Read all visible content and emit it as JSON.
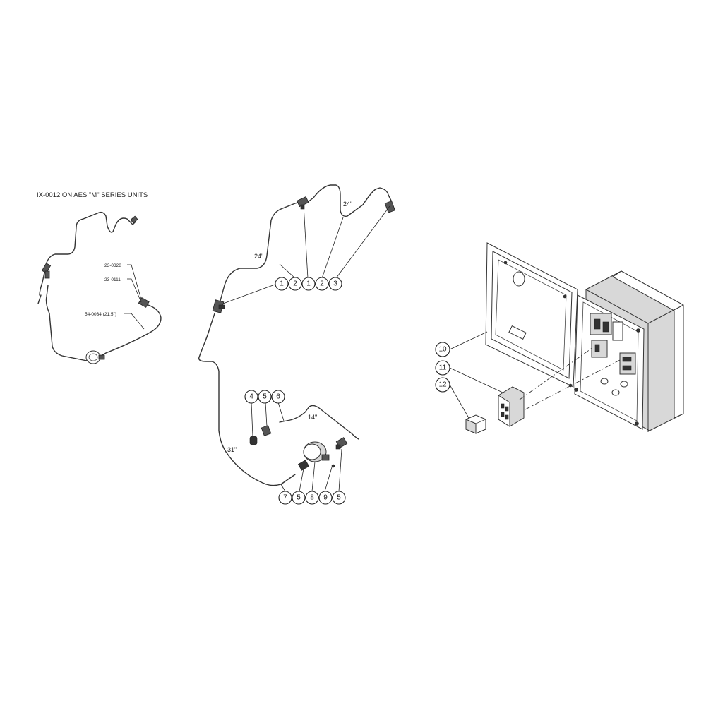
{
  "inset": {
    "title": "IX-0012 ON AES \"M\" SERIES UNITS",
    "callouts": [
      "23-0328",
      "23-0111",
      "54-0034 (21.5\")"
    ]
  },
  "tubing": {
    "dimensions": [
      "24\"",
      "24\"",
      "14\"",
      "31\""
    ],
    "balloons_top": [
      "1",
      "2",
      "1",
      "2",
      "3"
    ],
    "balloons_mid": [
      "4",
      "5",
      "6"
    ],
    "balloons_bottom": [
      "7",
      "5",
      "8",
      "9",
      "5"
    ]
  },
  "enclosure": {
    "balloons": [
      "10",
      "11",
      "12"
    ]
  }
}
